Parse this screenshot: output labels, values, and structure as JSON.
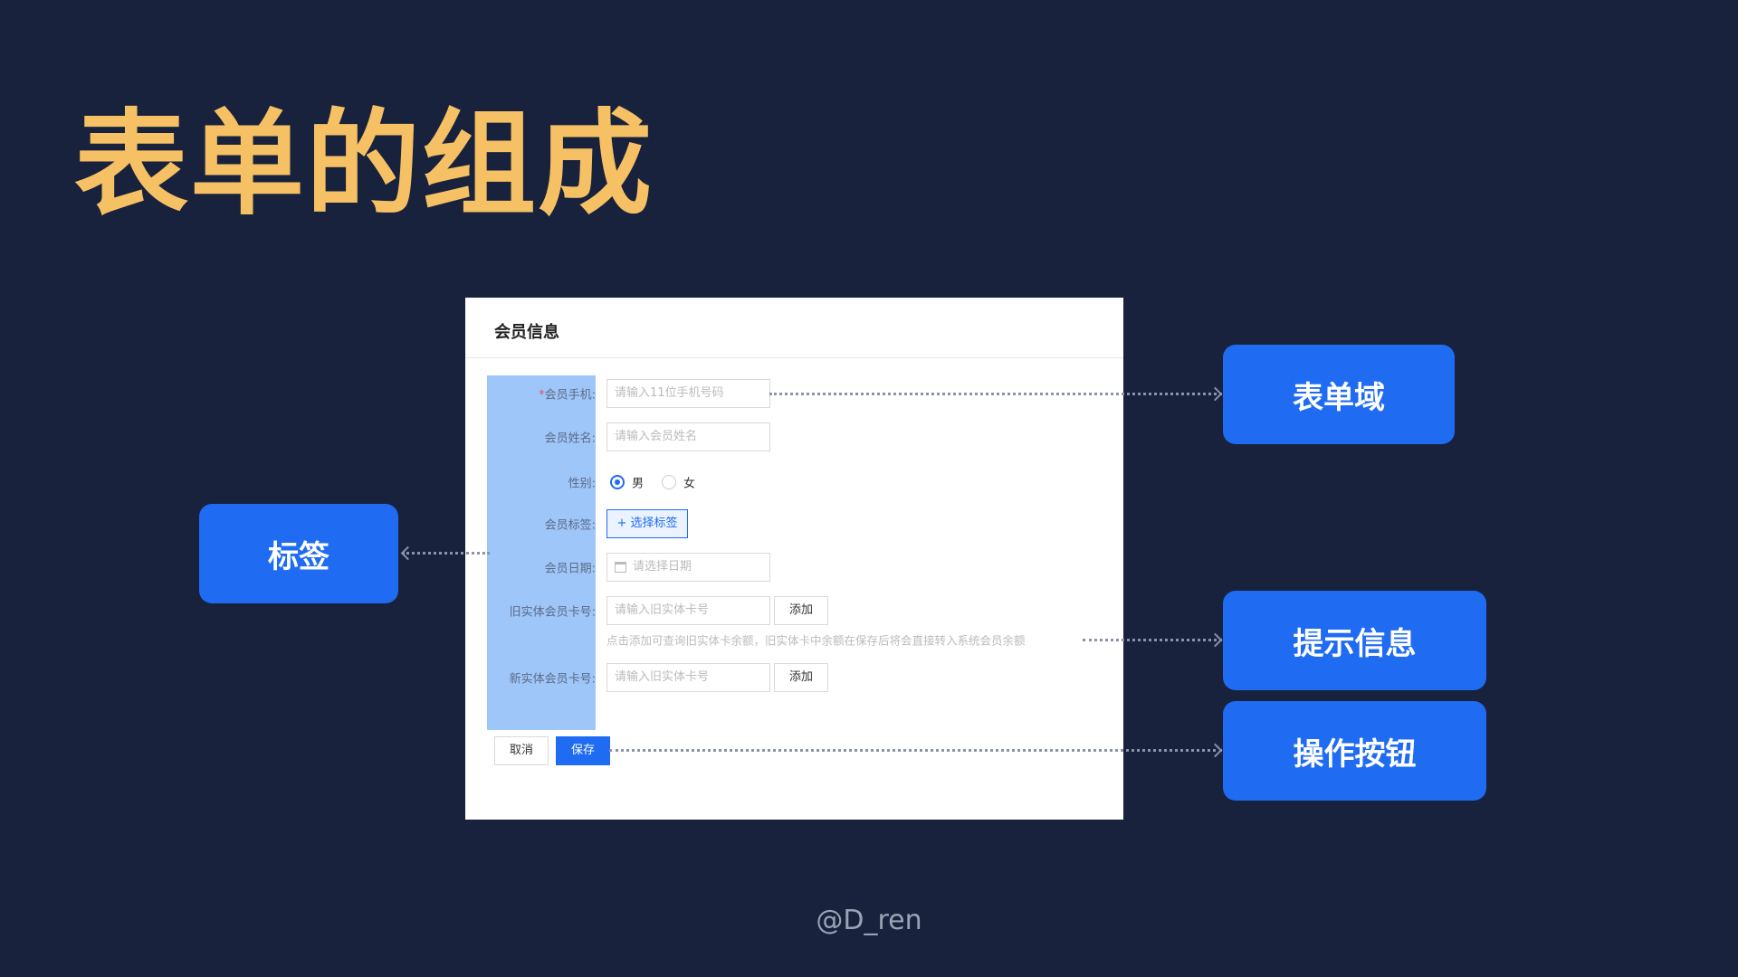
{
  "title": "表单的组成",
  "form": {
    "header": "会员信息",
    "required_mark": "*",
    "fields": [
      {
        "label": "会员手机:",
        "placeholder": "请输入11位手机号码"
      },
      {
        "label": "会员姓名:",
        "placeholder": "请输入会员姓名"
      },
      {
        "label": "性别:",
        "options": [
          "男",
          "女"
        ],
        "selected": "男"
      },
      {
        "label": "会员标签:",
        "button": "+ 选择标签"
      },
      {
        "label": "会员日期:",
        "placeholder": "请选择日期"
      },
      {
        "label": "旧实体会员卡号:",
        "placeholder": "请输入旧实体卡号",
        "button": "添加",
        "hint": "点击添加可查询旧实体卡余额，旧实体卡中余额在保存后将会直接转入系统会员余额"
      },
      {
        "label": "新实体会员卡号:",
        "placeholder": "请输入旧实体卡号",
        "button": "添加"
      }
    ],
    "cancel": "取消",
    "save": "保存"
  },
  "callouts": {
    "field": "表单域",
    "label": "标签",
    "hint": "提示信息",
    "actions": "操作按钮"
  },
  "credit": "@D_ren"
}
